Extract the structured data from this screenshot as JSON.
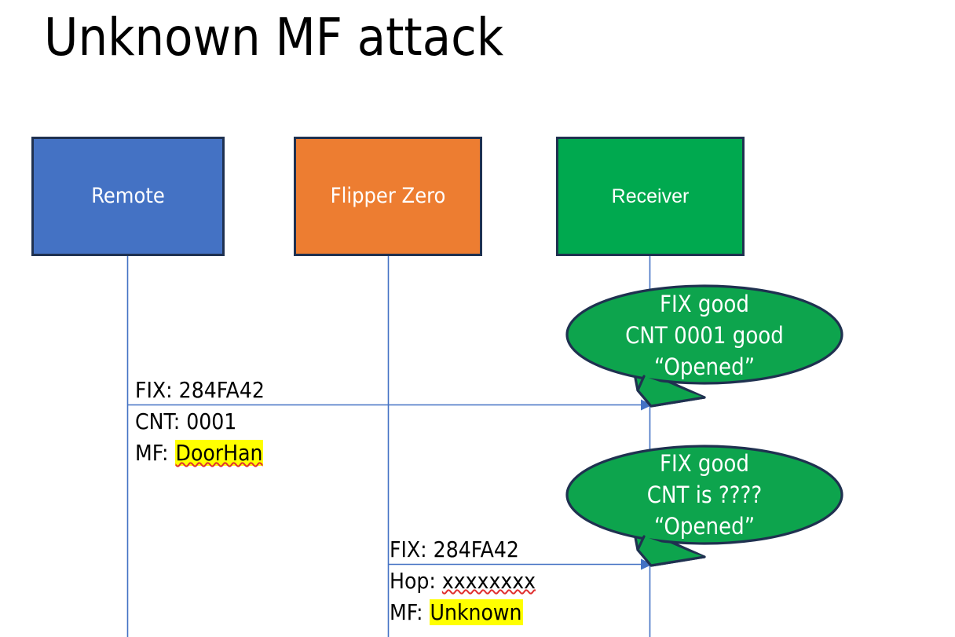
{
  "slide": {
    "title": "Unknown MF attack",
    "background_color": "#FFFFFF"
  },
  "colors": {
    "remote_fill": "#4472C4",
    "flipper_fill": "#ED7D31",
    "receiver_fill": "#00A94F",
    "box_border": "#1F3150",
    "lifeline": "#4472C4",
    "arrow": "#4472C4",
    "highlight": "#FFFF00",
    "spellcheck_underline": "#E03030",
    "bubble_fill": "#0DA44D",
    "bubble_border": "#1F3150"
  },
  "actors": [
    {
      "id": "remote",
      "label": "Remote"
    },
    {
      "id": "flipper",
      "label": "Flipper Zero"
    },
    {
      "id": "receiver",
      "label": "Receiver"
    }
  ],
  "messages": [
    {
      "id": "remote-to-receiver",
      "from": "remote",
      "to": "receiver",
      "lines": [
        {
          "prefix": "FIX: ",
          "value": "284FA42",
          "highlight": false,
          "spellcheck": false
        },
        {
          "prefix": "CNT: ",
          "value": "0001",
          "highlight": false,
          "spellcheck": false
        },
        {
          "prefix": "MF: ",
          "value": "DoorHan",
          "highlight": true,
          "spellcheck": true
        }
      ]
    },
    {
      "id": "flipper-to-receiver",
      "from": "flipper",
      "to": "receiver",
      "lines": [
        {
          "prefix": "FIX: ",
          "value": "284FA42",
          "highlight": false,
          "spellcheck": false
        },
        {
          "prefix": "Hop: ",
          "value": "xxxxxxxx",
          "highlight": false,
          "spellcheck": true
        },
        {
          "prefix": "MF: ",
          "value": "Unknown",
          "highlight": true,
          "spellcheck": false
        }
      ]
    }
  ],
  "bubbles": [
    {
      "id": "bubble-first",
      "lines": [
        "FIX good",
        "CNT 0001 good",
        "“Opened”"
      ]
    },
    {
      "id": "bubble-second",
      "lines": [
        "FIX good",
        "CNT is ????",
        "“Opened”"
      ]
    }
  ]
}
